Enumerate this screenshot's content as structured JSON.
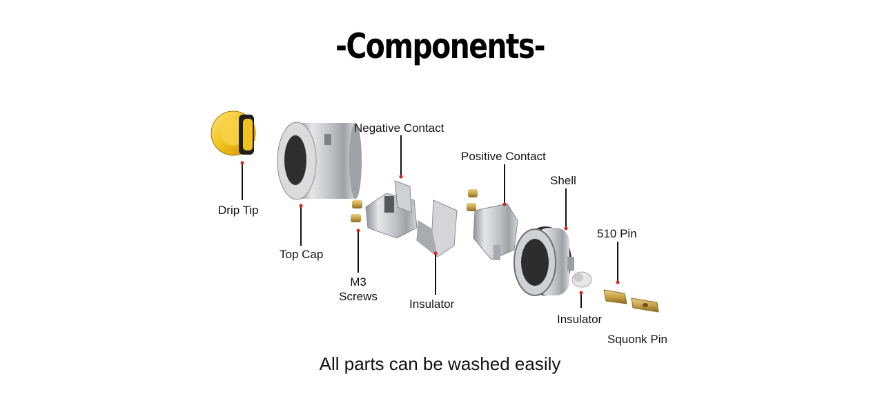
{
  "title": "-Components-",
  "caption": "All parts can be washed easily",
  "labels": {
    "drip_tip": "Drip Tip",
    "top_cap": "Top Cap",
    "m3_screws_line1": "M3",
    "m3_screws_line2": "Screws",
    "negative_contact": "Negative Contact",
    "insulator_1": "Insulator",
    "positive_contact": "Positive Contact",
    "shell": "Shell",
    "insulator_2": "Insulator",
    "pin_510": "510 Pin",
    "squonk_pin": "Squonk Pin"
  },
  "colors": {
    "leader_dot": "#e0201c",
    "leader_line": "#111111",
    "drip_tip_yellow": "#f2c21a",
    "steel": "#b9bcc0",
    "brass": "#c9a24a"
  }
}
